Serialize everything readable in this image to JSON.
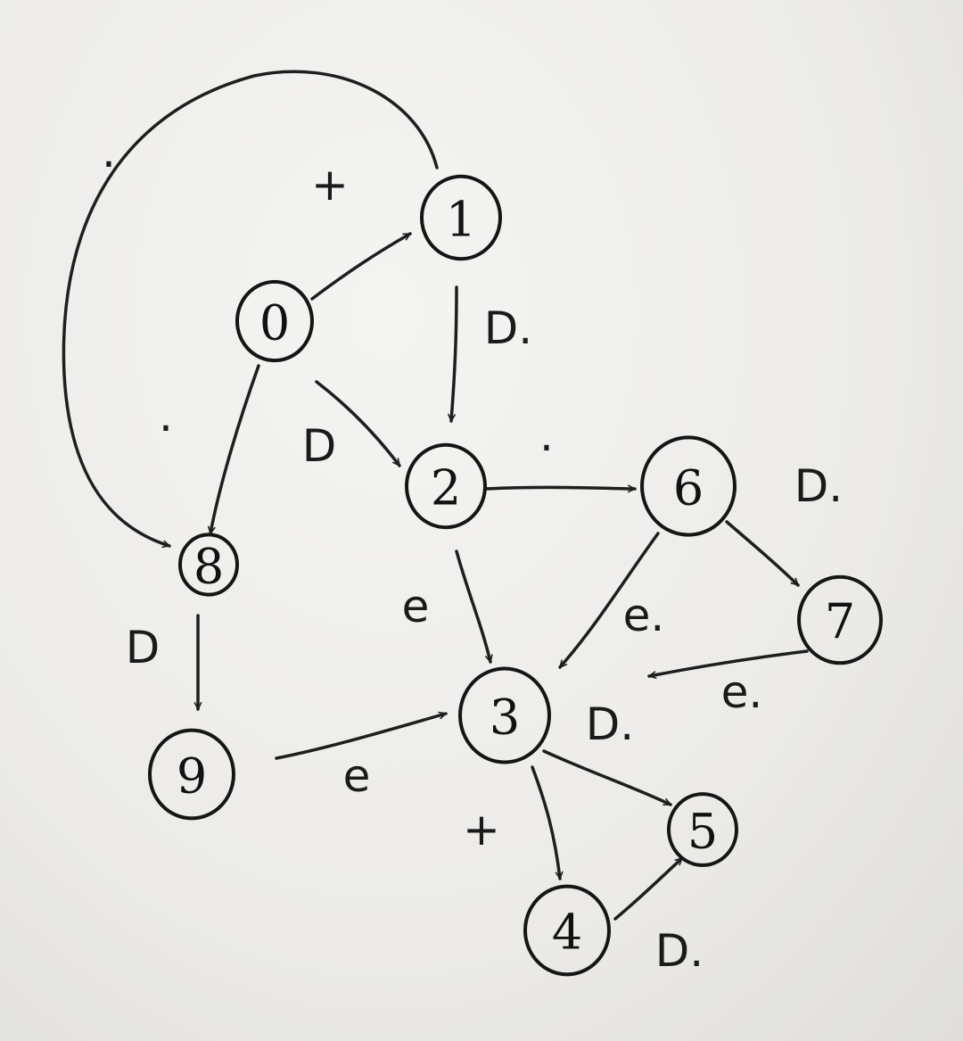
{
  "nodes": [
    {
      "id": "0",
      "label": "0"
    },
    {
      "id": "1",
      "label": "1"
    },
    {
      "id": "2",
      "label": "2"
    },
    {
      "id": "3",
      "label": "3"
    },
    {
      "id": "4",
      "label": "4"
    },
    {
      "id": "5",
      "label": "5"
    },
    {
      "id": "6",
      "label": "6"
    },
    {
      "id": "7",
      "label": "7"
    },
    {
      "id": "8",
      "label": "8"
    },
    {
      "id": "9",
      "label": "9"
    }
  ],
  "edges": [
    {
      "id": "e0_1",
      "from": "0",
      "to": "1",
      "label": "+"
    },
    {
      "id": "e0_2",
      "from": "0",
      "to": "2",
      "label": "D"
    },
    {
      "id": "e0_8",
      "from": "0",
      "to": "8",
      "label": "."
    },
    {
      "id": "e1_2",
      "from": "1",
      "to": "2",
      "label": "D."
    },
    {
      "id": "e1_8",
      "from": "1",
      "to": "8",
      "label": "."
    },
    {
      "id": "e2_6",
      "from": "2",
      "to": "6",
      "label": "."
    },
    {
      "id": "e2_3",
      "from": "2",
      "to": "3",
      "label": "e"
    },
    {
      "id": "e6_3",
      "from": "6",
      "to": "3",
      "label": "e."
    },
    {
      "id": "e6_7",
      "from": "6",
      "to": "7",
      "label": "D."
    },
    {
      "id": "e7_3",
      "from": "7",
      "to": "3",
      "label": "e."
    },
    {
      "id": "e8_9",
      "from": "8",
      "to": "9",
      "label": "D"
    },
    {
      "id": "e9_3",
      "from": "9",
      "to": "3",
      "label": "e"
    },
    {
      "id": "e3_5",
      "from": "3",
      "to": "5",
      "label": "D."
    },
    {
      "id": "e3_4",
      "from": "3",
      "to": "4",
      "label": "+"
    },
    {
      "id": "e4_5",
      "from": "4",
      "to": "5",
      "label": "D."
    }
  ]
}
